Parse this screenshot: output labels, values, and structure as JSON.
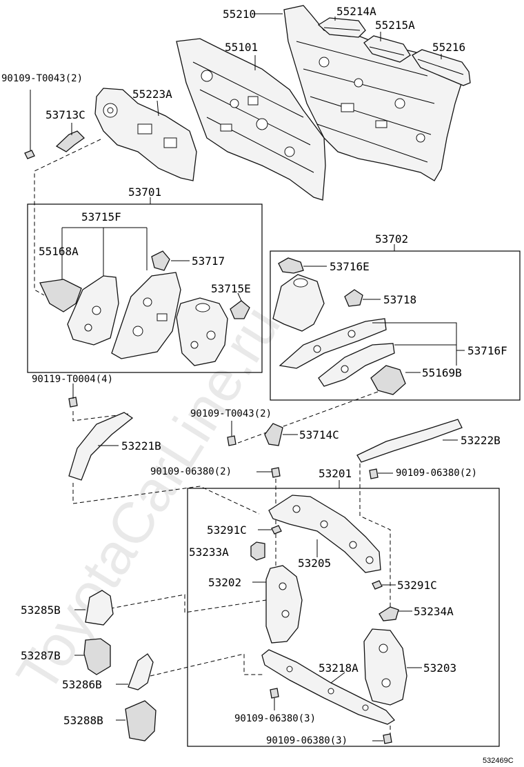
{
  "watermark": "ToyotaCarLine.ru",
  "diagram_ref": "532469C",
  "groups": {
    "g53701": "53701",
    "g53702": "53702",
    "g53201": "53201"
  },
  "labels": {
    "p55210": "55210",
    "p55214A": "55214A",
    "p55215A": "55215A",
    "p55216": "55216",
    "p55101": "55101",
    "p90109_T0043_top": "90109-T0043(2)",
    "p55223A": "55223A",
    "p53713C": "53713C",
    "p53715F": "53715F",
    "p55168A": "55168A",
    "p53717": "53717",
    "p53715E": "53715E",
    "p53716E": "53716E",
    "p53718": "53718",
    "p53716F": "53716F",
    "p55169B": "55169B",
    "p90119_T0004": "90119-T0004(4)",
    "p90109_T0043_mid": "90109-T0043(2)",
    "p53714C": "53714C",
    "p53221B": "53221B",
    "p53222B": "53222B",
    "p90109_06380_left": "90109-06380(2)",
    "p90109_06380_right": "90109-06380(2)",
    "p53291C_left": "53291C",
    "p53233A": "53233A",
    "p53205": "53205",
    "p53202": "53202",
    "p53291C_right": "53291C",
    "p53234A": "53234A",
    "p53285B": "53285B",
    "p53203": "53203",
    "p53218A": "53218A",
    "p53287B": "53287B",
    "p53286B": "53286B",
    "p53288B": "53288B",
    "p90109_06380_b1": "90109-06380(3)",
    "p90109_06380_b2": "90109-06380(3)"
  }
}
